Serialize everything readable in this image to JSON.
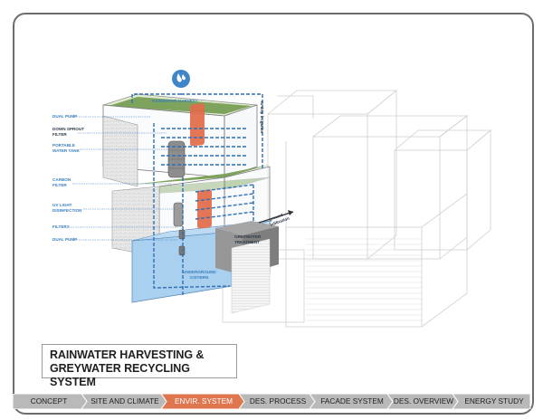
{
  "diagram": {
    "harvest_label": "RAINWATER HARVEST",
    "drip_label": "to drip irrigation",
    "ground_label_1": "ground",
    "ground_label_2": "infiltration",
    "greywater_label_1": "GREYWATER",
    "greywater_label_2": "TREATMENT",
    "cistern_label_1": "UNDERGROUND",
    "cistern_label_2": "CISTERN",
    "left_labels": [
      {
        "lines": [
          "DUAL PUMP"
        ]
      },
      {
        "lines": [
          "DOWN SPROUT",
          "FILTER"
        ]
      },
      {
        "lines": [
          "PORTABLE",
          "WATER TANK"
        ]
      },
      {
        "lines": [
          "CARBON",
          "FILTER"
        ]
      },
      {
        "lines": [
          "UV LIGHT",
          "DISINFECTION"
        ]
      },
      {
        "lines": [
          "FILTERS"
        ]
      },
      {
        "lines": [
          "DUAL PUMP"
        ]
      }
    ],
    "colors": {
      "water_blue": "#3f86c8",
      "pipe_blue": "#2f6fb5",
      "cistern_fill": "#a9d0ef",
      "roof_green": "#6f9550",
      "tank_orange": "#e26a4a",
      "greywater_grey": "#8c8c8c"
    }
  },
  "title": {
    "line1": "RAINWATER HARVESTING &",
    "line2": "GREYWATER RECYCLING SYSTEM"
  },
  "nav": {
    "items": [
      {
        "label": "CONCEPT",
        "active": false
      },
      {
        "label": "SITE AND CLIMATE",
        "active": false
      },
      {
        "label": "ENVIR. SYSTEM",
        "active": true
      },
      {
        "label": "DES. PROCESS",
        "active": false
      },
      {
        "label": "FACADE SYSTEM",
        "active": false
      },
      {
        "label": "DES. OVERVIEW",
        "active": false
      },
      {
        "label": "ENERGY STUDY",
        "active": false
      }
    ],
    "colors": {
      "normal": "#b9b9b9",
      "active": "#e07650",
      "border": "#ffffff"
    }
  }
}
